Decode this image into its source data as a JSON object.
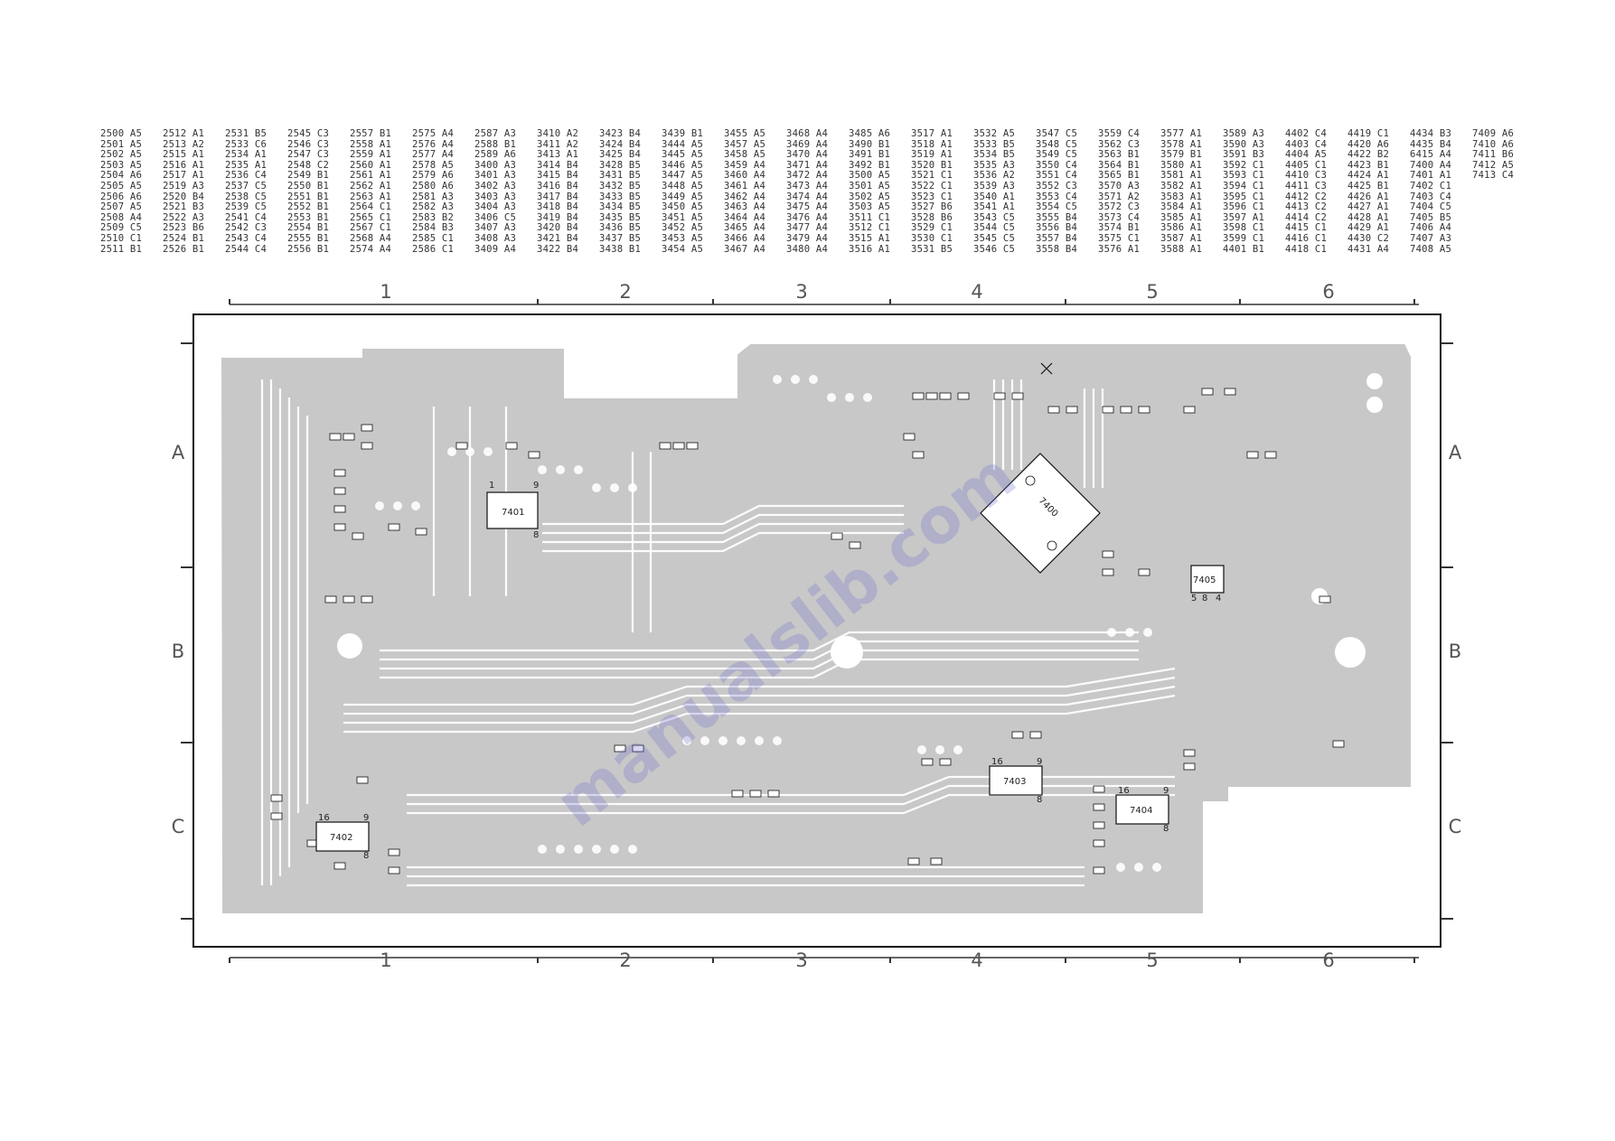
{
  "reference_table": {
    "columns": [
      [
        "2500 A5",
        "2501 A5",
        "2502 A5",
        "2503 A5",
        "2504 A6",
        "2505 A5",
        "2506 A6",
        "2507 A5",
        "2508 A4",
        "2509 C5",
        "2510 C1",
        "2511 B1"
      ],
      [
        "2512 A1",
        "2513 A2",
        "2515 A1",
        "2516 A1",
        "2517 A1",
        "2519 A3",
        "2520 B4",
        "2521 B3",
        "2522 A3",
        "2523 B6",
        "2524 B1",
        "2526 B1"
      ],
      [
        "2531 B5",
        "2533 C6",
        "2534 A1",
        "2535 A1",
        "2536 C4",
        "2537 C5",
        "2538 C5",
        "2539 C5",
        "2541 C4",
        "2542 C3",
        "2543 C4",
        "2544 C4"
      ],
      [
        "2545 C3",
        "2546 C3",
        "2547 C3",
        "2548 C2",
        "2549 B1",
        "2550 B1",
        "2551 B1",
        "2552 B1",
        "2553 B1",
        "2554 B1",
        "2555 B1",
        "2556 B1"
      ],
      [
        "2557 B1",
        "2558 A1",
        "2559 A1",
        "2560 A1",
        "2561 A1",
        "2562 A1",
        "2563 A1",
        "2564 C1",
        "2565 C1",
        "2567 C1",
        "2568 A4",
        "2574 A4"
      ],
      [
        "2575 A4",
        "2576 A4",
        "2577 A4",
        "2578 A5",
        "2579 A6",
        "2580 A6",
        "2581 A3",
        "2582 A3",
        "2583 B2",
        "2584 B3",
        "2585 C1",
        "2586 C1"
      ],
      [
        "2587 A3",
        "2588 B1",
        "2589 A6",
        "3400 A3",
        "3401 A3",
        "3402 A3",
        "3403 A3",
        "3404 A3",
        "3406 C5",
        "3407 A3",
        "3408 A3",
        "3409 A4"
      ],
      [
        "3410 A2",
        "3411 A2",
        "3413 A1",
        "3414 B4",
        "3415 B4",
        "3416 B4",
        "3417 B4",
        "3418 B4",
        "3419 B4",
        "3420 B4",
        "3421 B4",
        "3422 B4"
      ],
      [
        "3423 B4",
        "3424 B4",
        "3425 B4",
        "3428 B5",
        "3431 B5",
        "3432 B5",
        "3433 B5",
        "3434 B5",
        "3435 B5",
        "3436 B5",
        "3437 B5",
        "3438 B1"
      ],
      [
        "3439 B1",
        "3444 A5",
        "3445 A5",
        "3446 A5",
        "3447 A5",
        "3448 A5",
        "3449 A5",
        "3450 A5",
        "3451 A5",
        "3452 A5",
        "3453 A5",
        "3454 A5"
      ],
      [
        "3455 A5",
        "3457 A5",
        "3458 A5",
        "3459 A4",
        "3460 A4",
        "3461 A4",
        "3462 A4",
        "3463 A4",
        "3464 A4",
        "3465 A4",
        "3466 A4",
        "3467 A4"
      ],
      [
        "3468 A4",
        "3469 A4",
        "3470 A4",
        "3471 A4",
        "3472 A4",
        "3473 A4",
        "3474 A4",
        "3475 A4",
        "3476 A4",
        "3477 A4",
        "3479 A4",
        "3480 A4"
      ],
      [
        "3485 A6",
        "3490 B1",
        "3491 B1",
        "3492 B1",
        "3500 A5",
        "3501 A5",
        "3502 A5",
        "3503 A5",
        "3511 C1",
        "3512 C1",
        "3515 A1",
        "3516 A1"
      ],
      [
        "3517 A1",
        "3518 A1",
        "3519 A1",
        "3520 B1",
        "3521 C1",
        "3522 C1",
        "3523 C1",
        "3527 B6",
        "3528 B6",
        "3529 C1",
        "3530 C1",
        "3531 B5"
      ],
      [
        "3532 A5",
        "3533 B5",
        "3534 B5",
        "3535 A3",
        "3536 A2",
        "3539 A3",
        "3540 A1",
        "3541 A1",
        "3543 C5",
        "3544 C5",
        "3545 C5",
        "3546 C5"
      ],
      [
        "3547 C5",
        "3548 C5",
        "3549 C5",
        "3550 C4",
        "3551 C4",
        "3552 C3",
        "3553 C4",
        "3554 C5",
        "3555 B4",
        "3556 B4",
        "3557 B4",
        "3558 B4"
      ],
      [
        "3559 C4",
        "3562 C3",
        "3563 B1",
        "3564 B1",
        "3565 B1",
        "3570 A3",
        "3571 A2",
        "3572 C3",
        "3573 C4",
        "3574 B1",
        "3575 C1",
        "3576 A1"
      ],
      [
        "3577 A1",
        "3578 A1",
        "3579 B1",
        "3580 A1",
        "3581 A1",
        "3582 A1",
        "3583 A1",
        "3584 A1",
        "3585 A1",
        "3586 A1",
        "3587 A1",
        "3588 A1"
      ],
      [
        "3589 A3",
        "3590 A3",
        "3591 B3",
        "3592 C1",
        "3593 C1",
        "3594 C1",
        "3595 C1",
        "3596 C1",
        "3597 A1",
        "3598 C1",
        "3599 C1",
        "4401 B1"
      ],
      [
        "4402 C4",
        "4403 C4",
        "4404 A5",
        "4405 C1",
        "4410 C3",
        "4411 C3",
        "4412 C2",
        "4413 C2",
        "4414 C2",
        "4415 C1",
        "4416 C1",
        "4418 C1"
      ],
      [
        "4419 C1",
        "4420 A6",
        "4422 B2",
        "4423 B1",
        "4424 A1",
        "4425 B1",
        "4426 A1",
        "4427 A1",
        "4428 A1",
        "4429 A1",
        "4430 C2",
        "4431 A4"
      ],
      [
        "4434 B3",
        "4435 B4",
        "6415 A4",
        "7400 A4",
        "7401 A1",
        "7402 C1",
        "7403 C4",
        "7404 C5",
        "7405 B5",
        "7406 A4",
        "7407 A3",
        "7408 A5"
      ],
      [
        "7409 A6",
        "7410 A6",
        "7411 B6",
        "7412 A5",
        "7413 C4"
      ]
    ]
  },
  "grid": {
    "columns": [
      "1",
      "2",
      "3",
      "4",
      "5",
      "6"
    ],
    "rows": [
      "A",
      "B",
      "C"
    ]
  },
  "ics": [
    {
      "ref": "7401",
      "pin_a": "1",
      "pin_b": "8",
      "pin_c": "9"
    },
    {
      "ref": "7400"
    },
    {
      "ref": "7405",
      "pin_a": "5",
      "pin_b": "8",
      "pin_c": "4"
    },
    {
      "ref": "7402",
      "pin_a": "16",
      "pin_b": "8",
      "pin_c": "9"
    },
    {
      "ref": "7403",
      "pin_a": "16",
      "pin_b": "8",
      "pin_c": "9"
    },
    {
      "ref": "7404",
      "pin_a": "16",
      "pin_b": "8",
      "pin_c": "9"
    }
  ],
  "watermark": "manualslib.com",
  "colors": {
    "copper": "#c8c8c8",
    "copper_edge": "#ffffff",
    "outline": "#111111",
    "axis": "#555555",
    "component": "#222222"
  }
}
